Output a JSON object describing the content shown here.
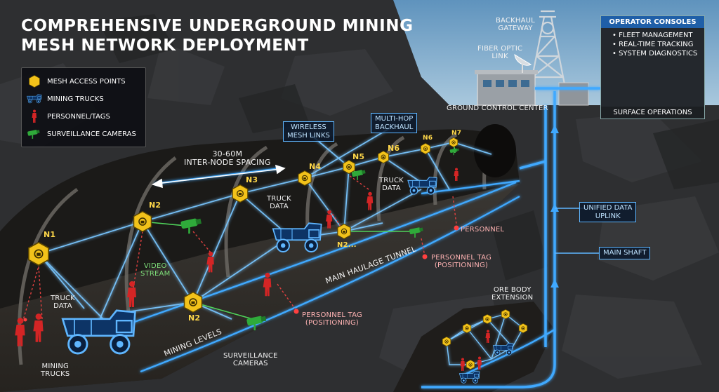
{
  "title_line1": "COMPREHENSIVE UNDERGROUND MINING",
  "title_line2": "MESH NETWORK DEPLOYMENT",
  "legend": [
    {
      "icon": "hexagon-node-icon",
      "label": "MESH ACCESS POINTS"
    },
    {
      "icon": "mining-truck-icon",
      "label": "MINING TRUCKS"
    },
    {
      "icon": "person-icon",
      "label": "PERSONNEL/TAGS"
    },
    {
      "icon": "camera-icon",
      "label": "SURVEILLANCE CAMERAS"
    }
  ],
  "console": {
    "header": "OPERATOR CONSOLES",
    "features": [
      "• FLEET MANAGEMENT",
      "• REAL-TIME TRACKING",
      "• SYSTEM DIAGNOSTICS"
    ],
    "footer": "SURFACE OPERATIONS"
  },
  "labels": {
    "backhaul_gateway": "BACKHAUL\nGATEWAY",
    "fiber_optic_link": "FIBER OPTIC\nLINK",
    "ground_control": "GROUND CONTROL CENTER",
    "wireless_mesh": "WIRELESS\nMESH LINKS",
    "multi_hop": "MULTI-HOP\nBACKHAUL",
    "spacing": "30-60m\nINTER-NODE SPACING",
    "unified_uplink": "UNIFIED DATA\nUPLINK",
    "main_shaft": "MAIN SHAFT",
    "truck_data_left": "TRUCK\nDATA",
    "truck_data_mid": "TRUCK\nDATA",
    "truck_data_right": "TRUCK\nDATA",
    "video_stream": "VIDEO\nSTREAM",
    "mining_trucks": "MINING\nTRUCKS",
    "mining_levels": "MINING LEVELS",
    "surveillance": "SURVEILLANCE\nCAMERAS",
    "personnel_tag_1": "PERSONNEL TAG\n(POSITIONING)",
    "personnel_tag_2": "PERSONNEL TAG\n(POSITIONING)",
    "personnel": "PERSONNEL",
    "main_haulage": "MAIN HAULAGE TUNNEL",
    "ore_body": "ORE BODY\nEXTENSION"
  },
  "nodes": {
    "n1": "N1",
    "n2a": "N2",
    "n2b": "N2",
    "n3": "N3",
    "n4": "N4",
    "n5": "N5",
    "n6a": "N6",
    "n6b": "N6",
    "n7": "N7",
    "n2c": "N2..."
  },
  "colors": {
    "mesh_link": "#5fb6ff",
    "backbone": "#3fa9ff",
    "node": "#f2c21a",
    "truck": "#3a8ee6",
    "personnel": "#d42525",
    "camera": "#2faa3a",
    "console_header": "#1f5fa8"
  }
}
